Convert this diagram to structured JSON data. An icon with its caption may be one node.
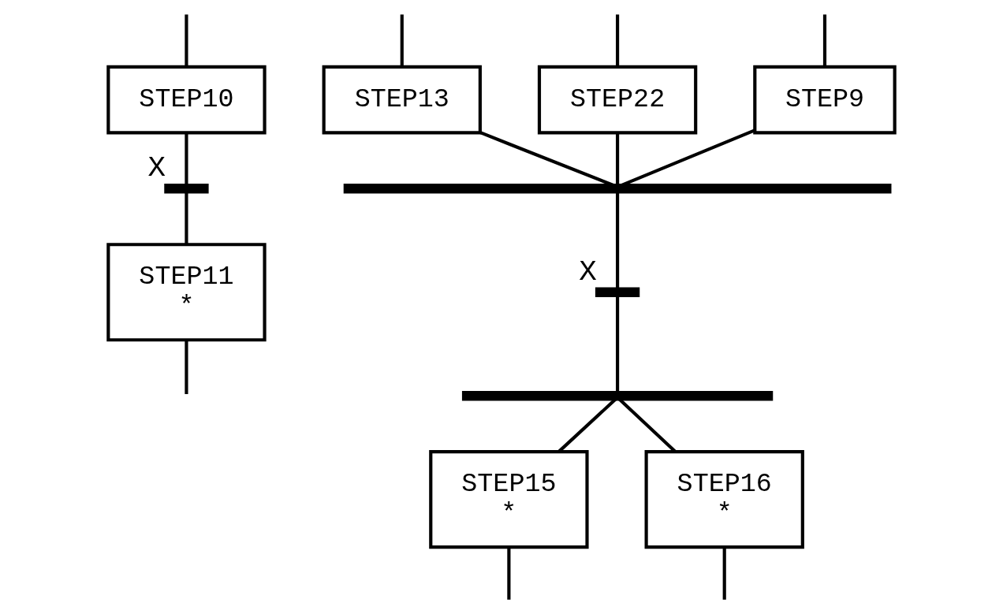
{
  "diagram": {
    "nodes": [
      {
        "text": [
          "STEP10"
        ]
      },
      {
        "text": [
          "STEP9"
        ]
      },
      {
        "text": [
          "STEP13"
        ]
      },
      {
        "text": [
          "STEP22"
        ]
      },
      {
        "text": [],
        "shape": "bar",
        "beside": [
          "X"
        ]
      },
      {
        "text": [],
        "shape": "bar"
      },
      {
        "text": [
          "STEP11",
          "*"
        ]
      },
      {
        "text": [],
        "shape": "bar",
        "beside": [
          "X"
        ]
      },
      {
        "text": [],
        "shape": "bar"
      },
      {
        "text": [
          "STEP15",
          "*"
        ]
      },
      {
        "text": [
          "STEP16",
          "*"
        ]
      }
    ],
    "edges": [
      {
        "from": null,
        "to": 0,
        "arrow": "none"
      },
      {
        "from": null,
        "to": 1,
        "arrow": "none"
      },
      {
        "from": null,
        "to": 2,
        "arrow": "none"
      },
      {
        "from": null,
        "to": 3,
        "arrow": "none"
      },
      {
        "from": 0,
        "to": 4,
        "arrow": "none"
      },
      {
        "from": 4,
        "to": 6,
        "arrow": "none"
      },
      {
        "from": 1,
        "to": 5,
        "arrow": "none"
      },
      {
        "from": 2,
        "to": 5,
        "arrow": "none"
      },
      {
        "from": 3,
        "to": 5,
        "arrow": "none"
      },
      {
        "from": 5,
        "to": 7,
        "arrow": "none"
      },
      {
        "from": 7,
        "to": 8,
        "arrow": "none"
      },
      {
        "from": 8,
        "to": 9,
        "arrow": "none"
      },
      {
        "from": 8,
        "to": 10,
        "arrow": "none"
      },
      {
        "from": 6,
        "to": null,
        "arrow": "none"
      },
      {
        "from": 9,
        "to": null,
        "arrow": "none"
      },
      {
        "from": 10,
        "to": null,
        "arrow": "none"
      }
    ]
  }
}
